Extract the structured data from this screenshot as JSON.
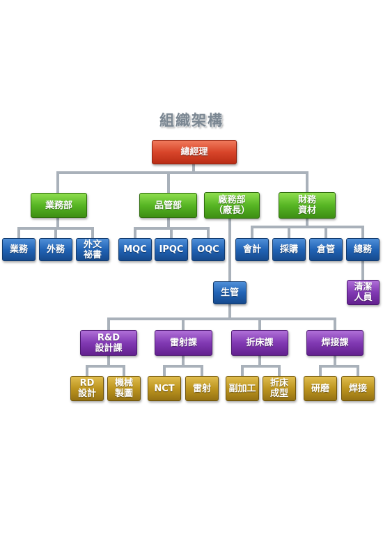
{
  "title": "組織架構",
  "nodes": {
    "gm": "總經理",
    "sales_dept": "業務部",
    "qc_dept": "品管部",
    "factory_dept": "廠務部\n（廠長）",
    "finance_dept": "財務\n資材",
    "sales": "業務",
    "outside_sales": "外務",
    "secretary": "外文\n祕書",
    "mqc": "MQC",
    "ipqc": "IPQC",
    "oqc": "OQC",
    "accounting": "會計",
    "purchasing": "採購",
    "warehouse": "倉管",
    "general_affairs": "總務",
    "cleaning": "清潔\n人員",
    "production_control": "生管",
    "rd_section": "R&D\n設計課",
    "laser_section": "雷射課",
    "bending_section": "折床課",
    "welding_section": "焊接課",
    "rd_design": "RD\n設計",
    "mech_drawing": "機械\n製圖",
    "nct": "NCT",
    "laser": "雷射",
    "secondary_processing": "副加工",
    "bending_forming": "折床\n成型",
    "grinding": "研磨",
    "welding": "焊接"
  },
  "colors": {
    "executive": "#d8452a",
    "department": "#57b524",
    "unit": "#2163b5",
    "section": "#8139b3",
    "team": "#bd951f",
    "connector": "#a9b1ba"
  }
}
